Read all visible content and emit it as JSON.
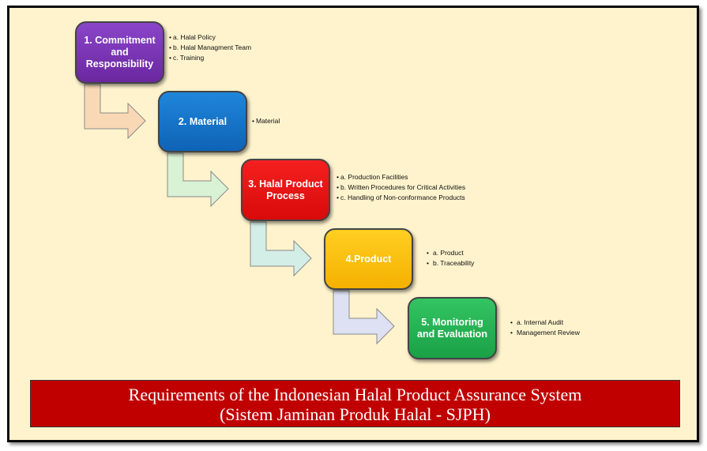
{
  "steps": [
    {
      "label": "1. Commitment\nand\nResponsibility",
      "color": "#7b35b8",
      "bullets": [
        "a. Halal Policy",
        "b. Halal Managment Team",
        "c. Training"
      ]
    },
    {
      "label": "2. Material",
      "color": "#1677cc",
      "bullets": [
        "Material"
      ]
    },
    {
      "label": "3. Halal Product\nProcess",
      "color": "#e61414",
      "bullets": [
        "a. Production Facilities",
        "b. Written Procedures for Critical Activities",
        "c. Handling of Non-conformance Products"
      ]
    },
    {
      "label": "4.Product",
      "color": "#fbc00f",
      "bullets": [
        "a. Product",
        "b. Traceability"
      ]
    },
    {
      "label": "5. Monitoring\nand Evaluation",
      "color": "#24b152",
      "bullets": [
        "a. Internal Audit",
        "Management Review"
      ]
    }
  ],
  "arrow_colors": [
    "#f9d9b5",
    "#d9f1d4",
    "#d3eee6",
    "#dde1f3"
  ],
  "banner": {
    "title": "Requirements of the Indonesian Halal Product Assurance System",
    "subtitle": "(Sistem Jaminan Produk Halal - SJPH)",
    "color": "#c00000"
  }
}
